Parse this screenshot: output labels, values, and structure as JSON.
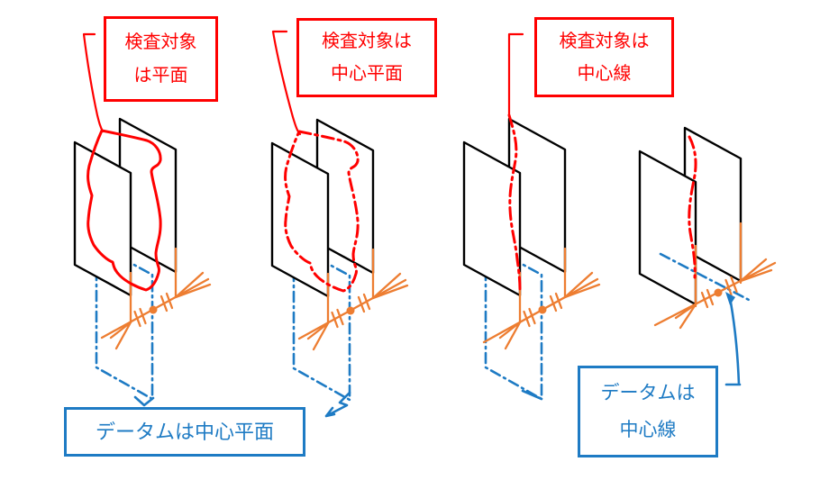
{
  "figure": {
    "background": "#ffffff",
    "colors": {
      "red": "#FF0000",
      "blue": "#1E7BC4",
      "orange": "#ED7D31",
      "black": "#000000"
    },
    "callouts": {
      "inspection_plane": {
        "line1": "検査対象",
        "line2": "は平面"
      },
      "inspection_center_plane": {
        "line1": "検査対象は",
        "line2": "中心平面"
      },
      "inspection_center_line": {
        "line1": "検査対象は",
        "line2": "中心線"
      },
      "datum_center_plane": {
        "line1": "データムは中心平面"
      },
      "datum_center_line": {
        "line1": "データムは",
        "line2": "中心線"
      }
    }
  }
}
